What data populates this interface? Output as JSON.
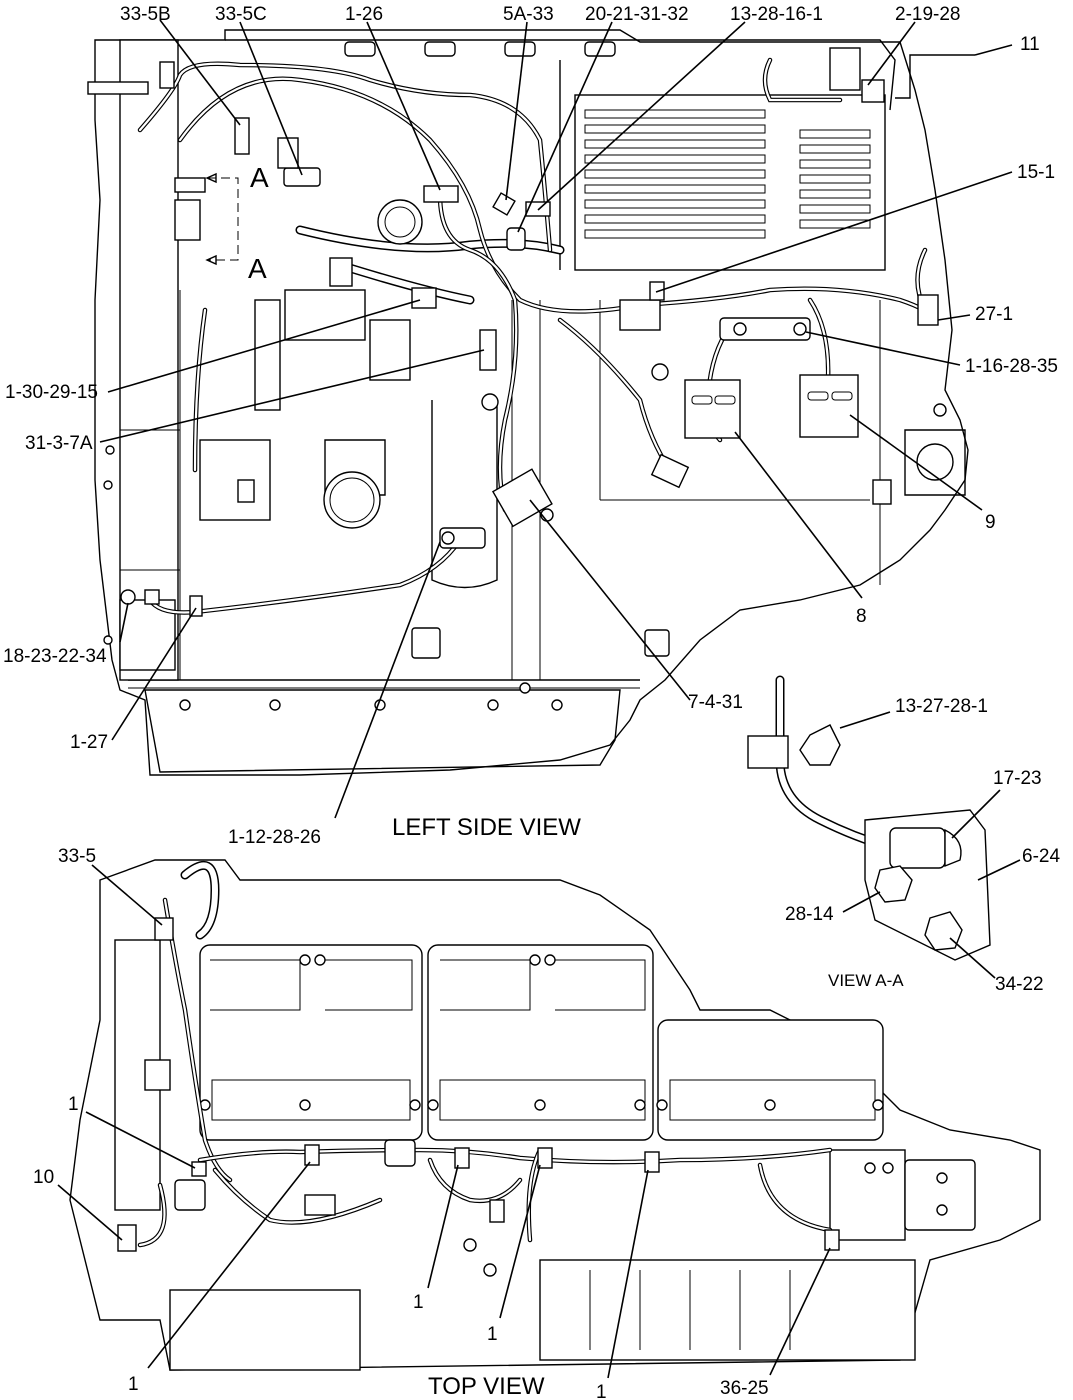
{
  "views": {
    "left_side": "LEFT SIDE VIEW",
    "top": "TOP VIEW",
    "section": "VIEW A-A",
    "section_marker": "A"
  },
  "callouts": {
    "c_33_5b": "33-5B",
    "c_33_5c": "33-5C",
    "c_1_26": "1-26",
    "c_5a_33": "5A-33",
    "c_20_21_31_32": "20-21-31-32",
    "c_13_28_16_1": "13-28-16-1",
    "c_2_19_28": "2-19-28",
    "c_11": "11",
    "c_15_1": "15-1",
    "c_27_1": "27-1",
    "c_1_16_28_35": "1-16-28-35",
    "c_1_30_29_15": "1-30-29-15",
    "c_31_3_7a": "31-3-7A",
    "c_9": "9",
    "c_8": "8",
    "c_18_23_22_34": "18-23-22-34",
    "c_7_4_31": "7-4-31",
    "c_1_27": "1-27",
    "c_13_27_28_1": "13-27-28-1",
    "c_17_23": "17-23",
    "c_6_24": "6-24",
    "c_28_14": "28-14",
    "c_34_22": "34-22",
    "c_1_12_28_26": "1-12-28-26",
    "c_33_5": "33-5",
    "c_1_top_left": "1",
    "c_10": "10",
    "c_1_a": "1",
    "c_1_b": "1",
    "c_1_c": "1",
    "c_1_d": "1",
    "c_36_25": "36-25"
  }
}
